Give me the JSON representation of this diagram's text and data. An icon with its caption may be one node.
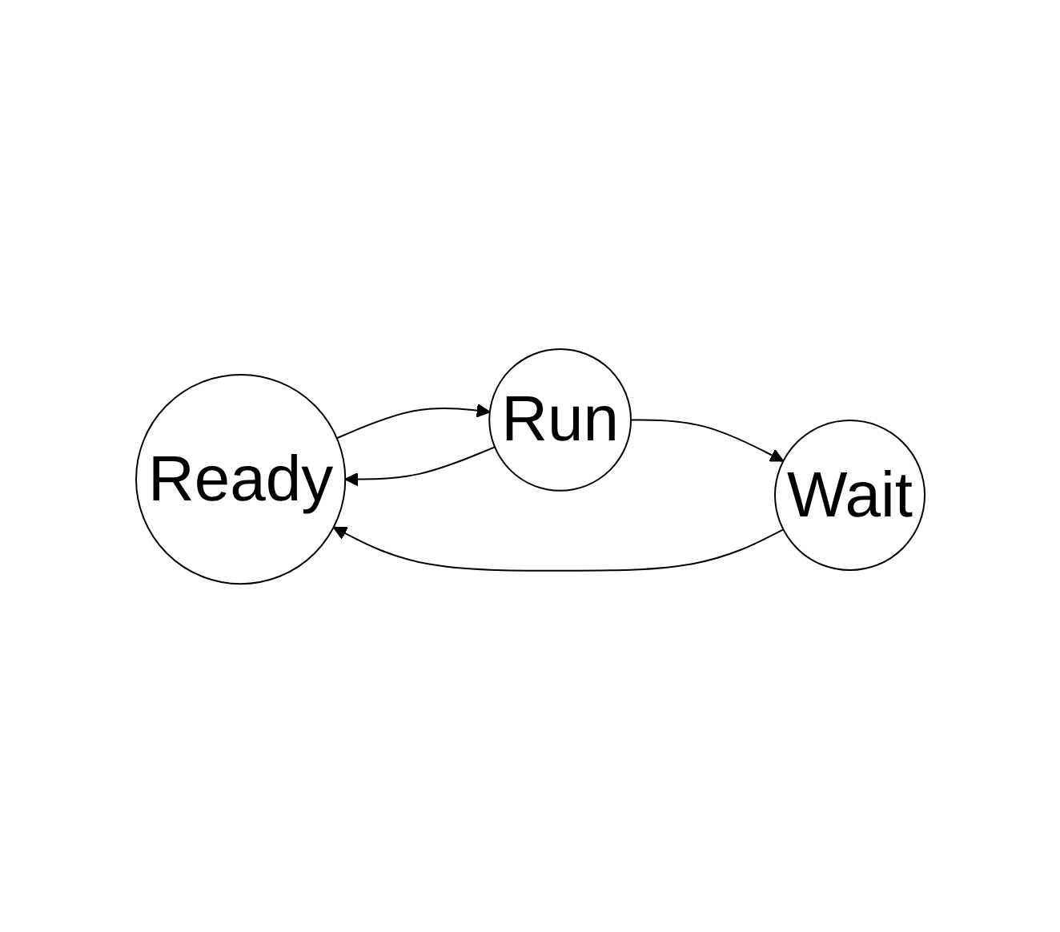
{
  "diagram": {
    "nodes": [
      {
        "text": [
          "Ready"
        ]
      },
      {
        "text": [
          "Run"
        ]
      },
      {
        "text": [
          "Wait"
        ]
      }
    ],
    "edges": [
      {
        "from": 0,
        "to": 1,
        "arrow": "to"
      },
      {
        "from": 1,
        "to": 0,
        "arrow": "to"
      },
      {
        "from": 1,
        "to": 2,
        "arrow": "to"
      },
      {
        "from": 2,
        "to": 0,
        "arrow": "to"
      }
    ]
  }
}
